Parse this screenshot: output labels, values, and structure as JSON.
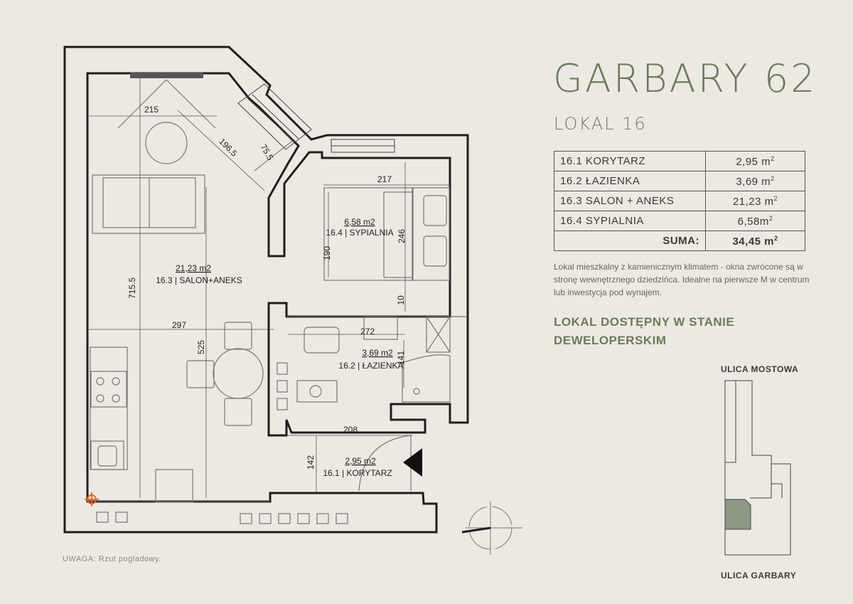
{
  "header": {
    "title": "GARBARY 62",
    "subtitle": "LOKAL 16"
  },
  "areas_table": {
    "rows": [
      {
        "name": "16.1 KORYTARZ",
        "value": "2,95 m",
        "unit_sup": "2"
      },
      {
        "name": "16.2 ŁAZIENKA",
        "value": "3,69 m",
        "unit_sup": "2"
      },
      {
        "name": "16.3 SALON + ANEKS",
        "value": "21,23 m",
        "unit_sup": "2"
      },
      {
        "name": "16.4 SYPIALNIA",
        "value": "6,58m",
        "unit_sup": "2"
      }
    ],
    "sum_label": "SUMA:",
    "sum_value": "34,45 m",
    "sum_sup": "2"
  },
  "description": "Lokal mieszkalny z kamienicznym klimatem - okna zwrócone są w stronę wewnętrznego dziedzińca. Idealne na pierwsze M w centrum lub inwestycja pod wynajem.",
  "availability": "LOKAL DOSTĘPNY W STANIE DEWELOPERSKIM",
  "site_map": {
    "street_top": "ULICA MOSTOWA",
    "street_bottom": "ULICA GARBARY"
  },
  "note": "UWAGA: Rzut pogladowy.",
  "floorplan": {
    "rooms": {
      "salon": {
        "area": "21,23 m2",
        "label": "16.3 | SALON+ANEKS"
      },
      "sypialnia": {
        "area": "6,58 m2",
        "label": "16.4 | SYPIALNIA"
      },
      "lazienka": {
        "area": "3,69 m2",
        "label": "16.2 | ŁAZIENKA"
      },
      "korytarz": {
        "area": "2,95 m2",
        "label": "16.1 | KORYTARZ"
      }
    },
    "dimensions": {
      "d215": "215",
      "d196": "196.5",
      "d75": "75.5",
      "d217": "217",
      "d190": "190",
      "d246": "246",
      "d715": "715.5",
      "d297": "297",
      "d525": "525",
      "d10": "10",
      "d272": "272",
      "d141": "141",
      "d208": "208",
      "d142": "142"
    }
  },
  "colors": {
    "accent": "#6c7a5e",
    "wall": "#1e1e1e",
    "highlight": "#8c9985",
    "entry_marker": "#e0621e"
  }
}
